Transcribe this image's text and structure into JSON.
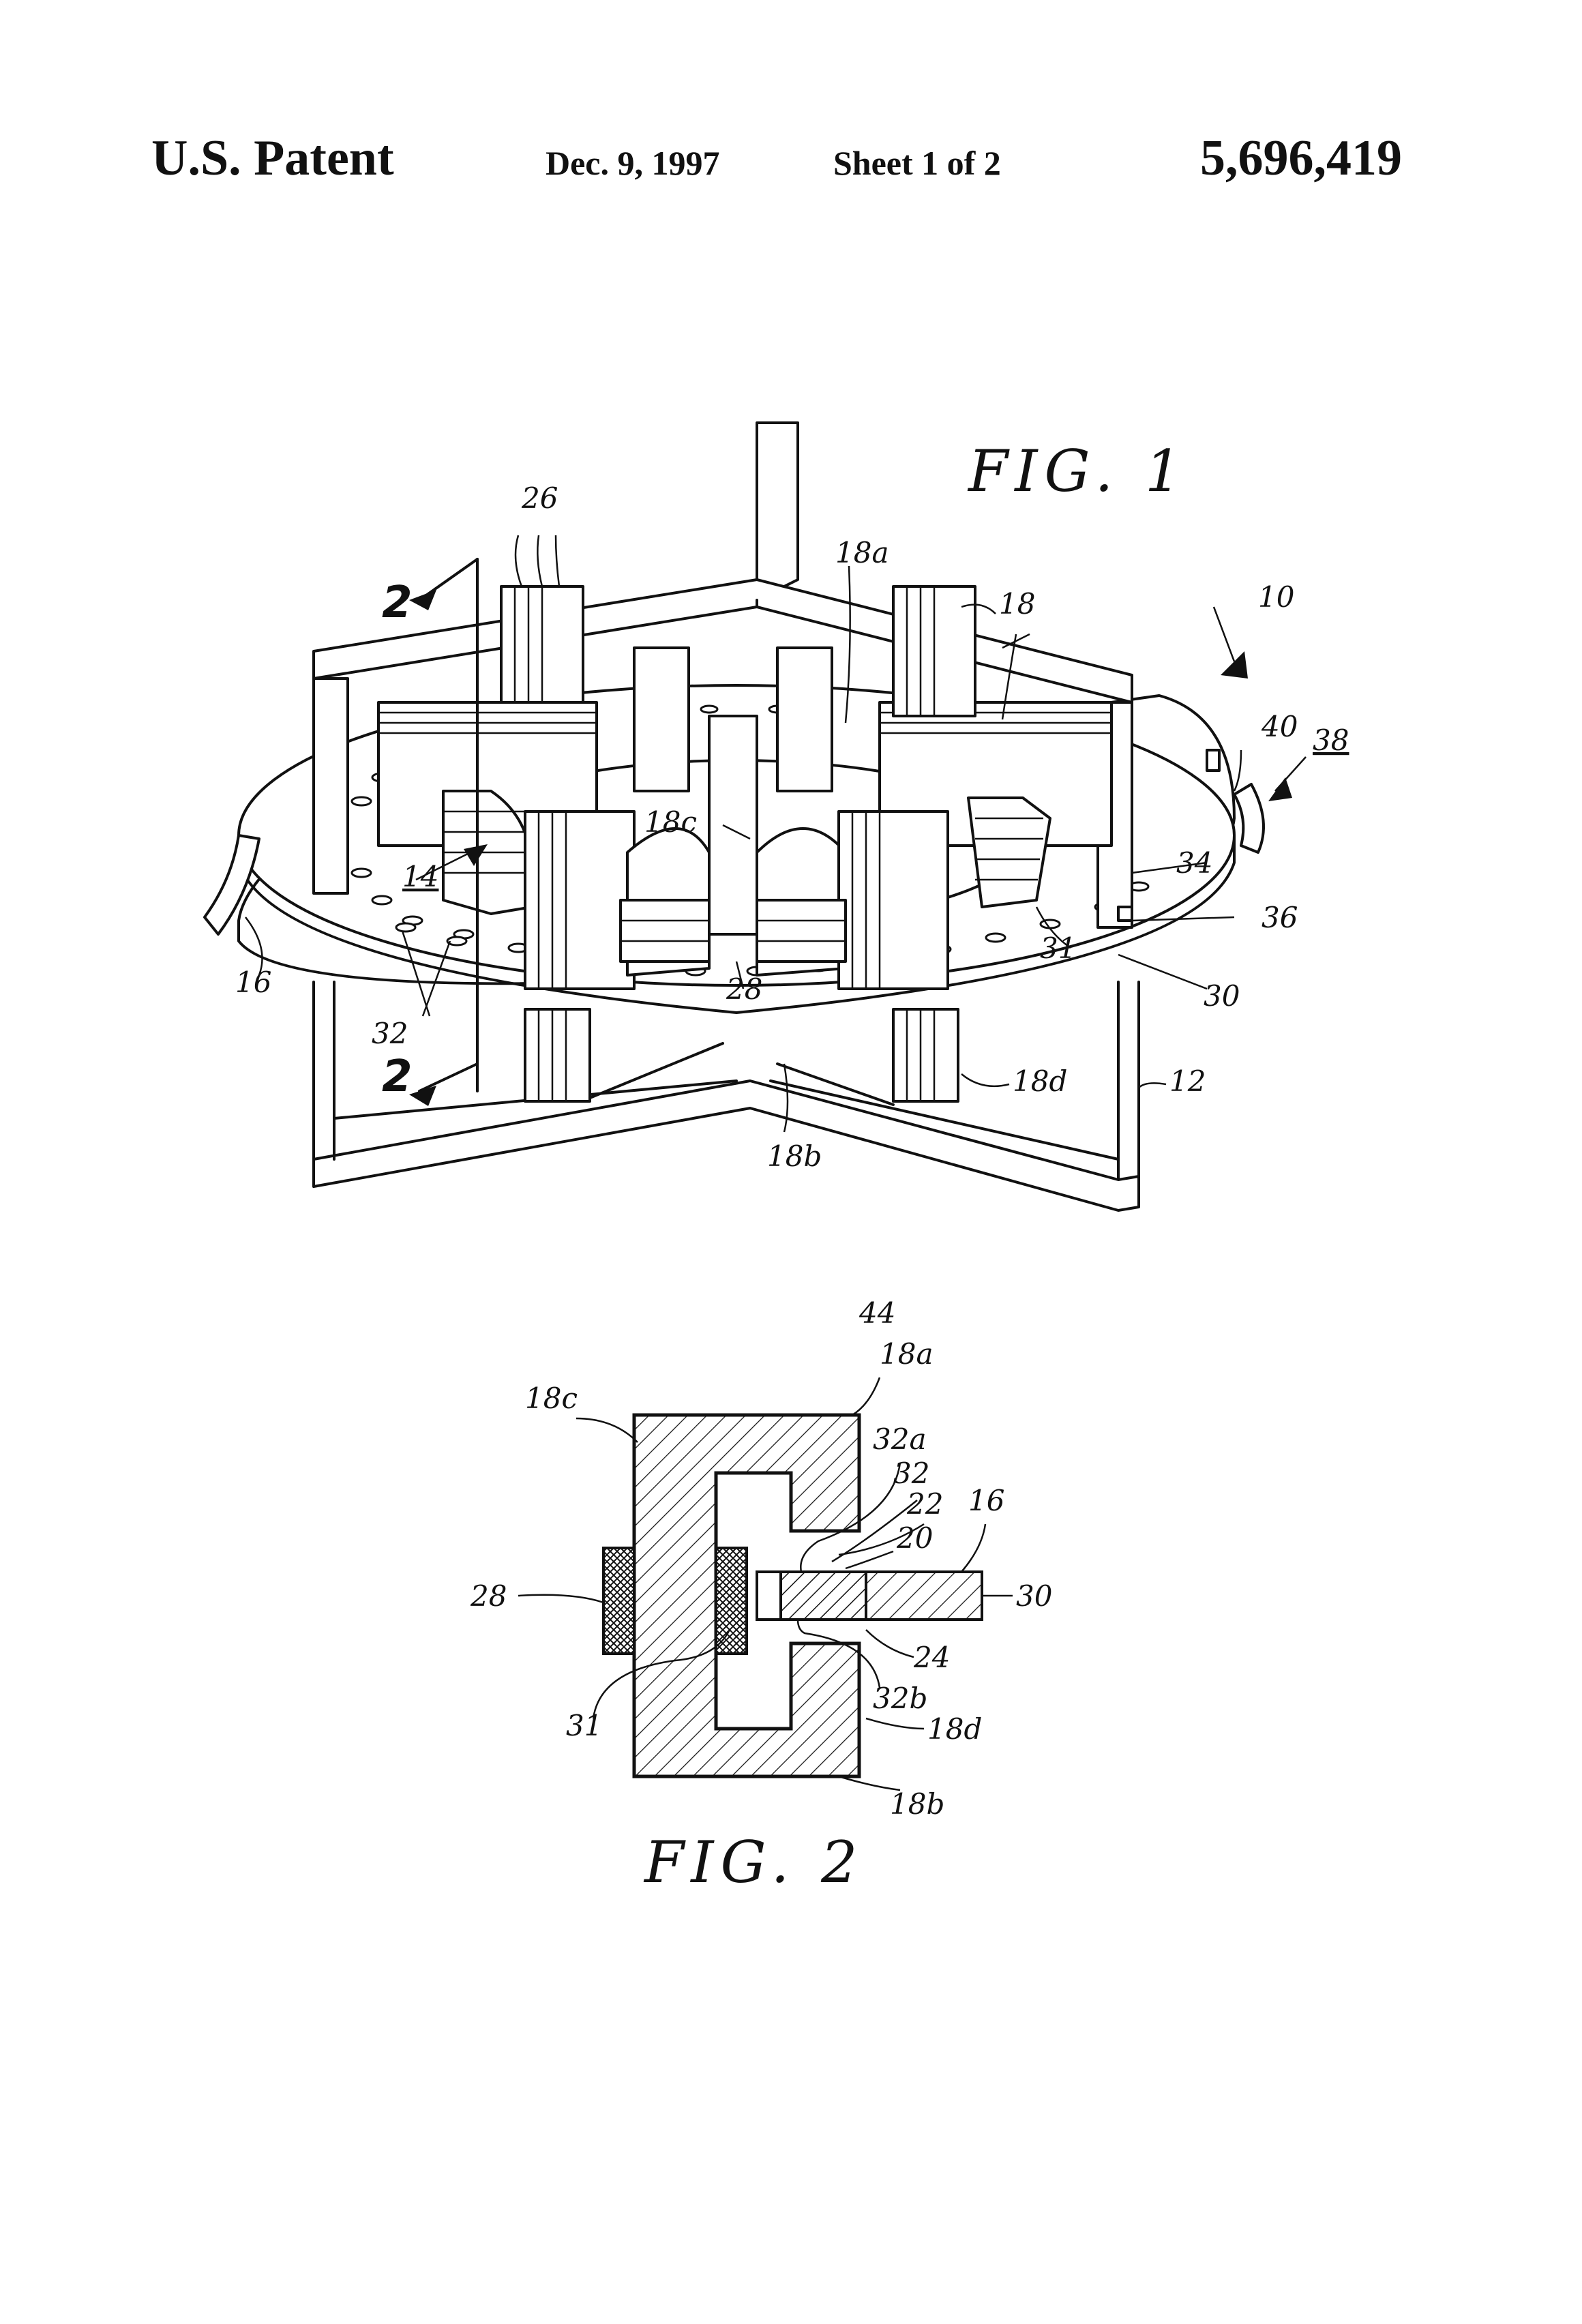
{
  "header": {
    "patent_label": "U.S. Patent",
    "date": "Dec. 9, 1997",
    "sheet": "Sheet 1 of 2",
    "patent_number": "5,696,419"
  },
  "figure1": {
    "title": "FIG. 1",
    "section_mark_top": "2",
    "section_mark_bottom": "2",
    "labels": {
      "l10": "10",
      "l12": "12",
      "l14": "14",
      "l16": "16",
      "l18": "18",
      "l18a": "18a",
      "l18b": "18b",
      "l18c": "18c",
      "l18d": "18d",
      "l26": "26",
      "l28": "28",
      "l30": "30",
      "l31": "31",
      "l32": "32",
      "l34": "34",
      "l36": "36",
      "l38": "38",
      "l40": "40"
    }
  },
  "figure2": {
    "title": "FIG. 2",
    "labels": {
      "l44": "44",
      "l18a": "18a",
      "l18c": "18c",
      "l32a": "32a",
      "l32": "32",
      "l22": "22",
      "l16": "16",
      "l20": "20",
      "l28": "28",
      "l30": "30",
      "l24": "24",
      "l31": "31",
      "l32b": "32b",
      "l18d": "18d",
      "l18b": "18b"
    }
  }
}
